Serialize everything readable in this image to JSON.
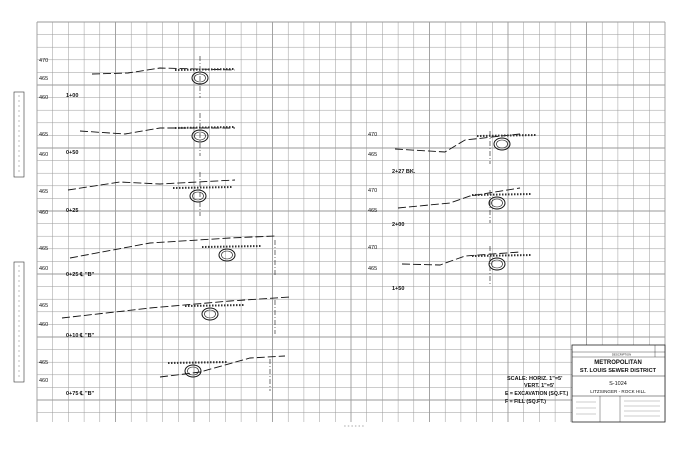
{
  "left_panel": {
    "sections": [
      {
        "station": "1+00",
        "elev_labels": [
          "470",
          "465",
          "460"
        ]
      },
      {
        "station": "0+50",
        "elev_labels": [
          "465",
          "460"
        ]
      },
      {
        "station": "0+25",
        "elev_labels": [
          "465",
          "460"
        ]
      },
      {
        "station": "0+25 ℄ \"B\"",
        "elev_labels": [
          "465",
          "460"
        ]
      },
      {
        "station": "0+10 ℄ \"B\"",
        "elev_labels": [
          "465",
          "460"
        ]
      },
      {
        "station": "0+75 ℄ \"B\"",
        "elev_labels": [
          "465",
          "460"
        ]
      }
    ]
  },
  "right_panel": {
    "sections": [
      {
        "station": "2+27 BK.",
        "elev_labels": [
          "470",
          "465"
        ]
      },
      {
        "station": "2+00",
        "elev_labels": [
          "470",
          "465"
        ]
      },
      {
        "station": "1+50",
        "elev_labels": [
          "470",
          "465"
        ]
      }
    ]
  },
  "notes": {
    "scale_line": "SCALE: HORIZ. 1\"=5'",
    "vert_line": "VERT. 1\"=5'",
    "excavation": "E = EXCAVATION (SQ.FT.)",
    "fill": "F = FILL (SQ.FT.)"
  },
  "title_block": {
    "organization_line1": "METROPOLITAN",
    "organization_line2": "ST. LOUIS SEWER DISTRICT",
    "drawing_number": "S-1024",
    "project_name": "LITZSINGER - ROCK HILL",
    "revision_header": "DESCRIPTION"
  }
}
